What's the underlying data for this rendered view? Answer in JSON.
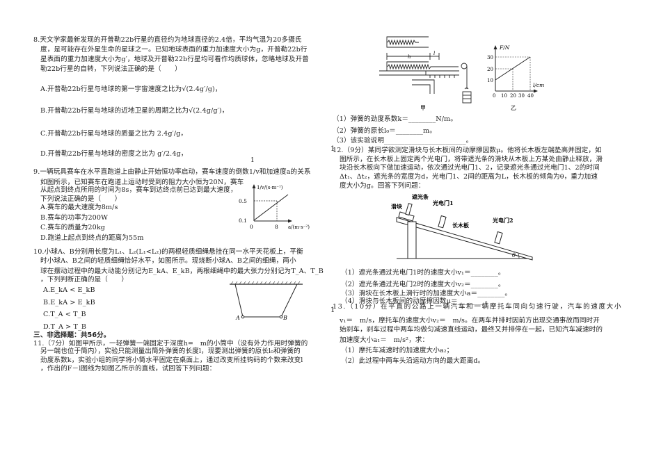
{
  "q8": {
    "lines": [
      "8.天文学家最新发现的开普勒22b行星的直径约为地球直径的2.4倍，平均气温为20多摄氏",
      "度，是可能存在外星生命的星球之一。已知地球表面的重力加速度大小为g，开普勒22b行",
      "星表面的重力加速度大小为g′，地球及开普勒22b行星均可看作均质球体，忽略地球及开普",
      "勒22b行星的自转，下列说法正确的是（　　）"
    ],
    "options": [
      "A.开普勒22b行星与地球的第一宇宙速度之比为√(2.4g′/g)，",
      "B.开普勒22b行星与地球的近地卫星的周期之比为√(2.4g/g′)，",
      "C.开普勒22b行星与地球的质量之比为 2.4g′/g，",
      "D.开普勒22b行星与地球的密度之比为 g′/2.4g，"
    ]
  },
  "q9": {
    "lines": [
      "9.一辆玩具赛车在水平直跑道上由静止开始恒功率启动，赛车速度的倒数1/v和加速度a的关系",
      "如图所示，已知赛车在跑道上运动时受到的阻力大小恒为20N，赛车",
      "从起点到终点所用的时间为8s，赛车到达终点前已达到最大速度，",
      "下列说法正确的是（　　）"
    ],
    "options": [
      "A.赛车的最大速度为8m/s",
      "B.赛车的功率为200W",
      "C.赛车的质量为20kg",
      "D.跑道上起点到终点的距离为55m"
    ],
    "graph": {
      "ylabel": "1/v/(s·m⁻¹)",
      "xlabel": "a/(m·s⁻²)",
      "origin": "0",
      "y1": "0.5",
      "y0": "0.1",
      "x1": "8"
    }
  },
  "q10": {
    "lines": [
      "10.小球A、B分别用长度为L₁、L₂(L₁<L₂)的两根轻质细绳悬挂在同一水平天花板上，平衡",
      "时小球A、B之间的轻质细绳恰好水平，如图所示。现烧断小球A、B之间的细绳，两小",
      "球在摆动过程中的最大动能分别记为E_kA、E_kB，两根细绳中的最大张力分别记为T_A、T_B",
      "，下列判断正确的是（　　）"
    ],
    "options": [
      "A.E_kA < E_kB",
      "B.E_kA > E_kB",
      "C.T_A < T_B",
      "D.T_A > T_B"
    ],
    "figure": {
      "a": "A",
      "b": "B"
    }
  },
  "section3": "三、非选择题：共56分。",
  "q11": {
    "lines": [
      "11.（7分）如图甲所示，一轻弹簧一端固定于深度h=　m的小筒中（没有外力作用时弹簧的",
      "另一端也位于筒内），实验只能测量出筒外弹簧的长度l，现要测出弹簧的原长l₀和弹簧的",
      "劲度系数k，实验小组的同学将小筒水平固定在桌面上，通过改变所挂钩码的个数来改变l",
      "，作出的F－l图线为如图乙所示的直线，试回答下列问题："
    ],
    "subs": [
      "（1）弹簧的劲度系数k＝________N/m。",
      "（2）弹簧的原长l₀＝________m。",
      "（3）该实验说明________________________。"
    ],
    "fig_jia": {
      "h": "h",
      "l": "l",
      "caption": "甲"
    },
    "fig_yi": {
      "ylabel": "F/N",
      "xlabel": "l/cm",
      "yticks": [
        "10",
        "20",
        "30"
      ],
      "xticks": [
        "0",
        "10",
        "20",
        "30",
        "40"
      ],
      "caption": "乙"
    }
  },
  "q12": {
    "lines": [
      "12.（9分）某同学欲测定滑块与长木板间的动摩擦因数μ。他将长木板左端垫高并固定，如",
      "图所示，在长木板上固定两个光电门，将带遮光条的滑块从木板上方某处由静止释放，滑",
      "块沿长木板向下做加速运动，依次通过光电门1、2，记录遮光条通过光电门1、2的时间",
      "Δt₁、Δt₂，遮光条的宽度为d，光电门1、2间的距离为L，长木板的倾角为θ，重力加速",
      "度大小为g。回答下列问题："
    ],
    "figure": {
      "strip": "遮光条",
      "slider": "滑块",
      "gate1": "光电门1",
      "board": "长木板",
      "gate2": "光电门2",
      "angle": "θ"
    },
    "subs": [
      "（1）遮光条通过光电门1时的速度大小v₁＝________。",
      "（2）遮光条通过光电门2时的速度大小v₂＝________。",
      "（3）滑块在长木板上滑行时的加速度大小a＝________。",
      "（4）滑块与长木板间的动摩擦因数μ＝________。"
    ]
  },
  "q13": {
    "lines": [
      "13.（10分）在平直的公路上一辆汽车和一辆摩托车同向匀速行驶，汽车的速度大小",
      "v₁＝　m/s，摩托车的速度大小v₂＝　m/s。在两车并排时因前方出现交通事故而同时开",
      "始刹车，刹车过程中两车均做匀减速直线运动，最终又并排停在一起，已知汽车减速时的",
      "加速度大小a₁＝　m/s²，求："
    ],
    "subs": [
      "（1）摩托车减速时的加速度大小a₂；",
      "（2）此过程中两车头沿运动方向的最大距离d。"
    ]
  },
  "page_marks": [
    "1",
    "1",
    "1"
  ]
}
